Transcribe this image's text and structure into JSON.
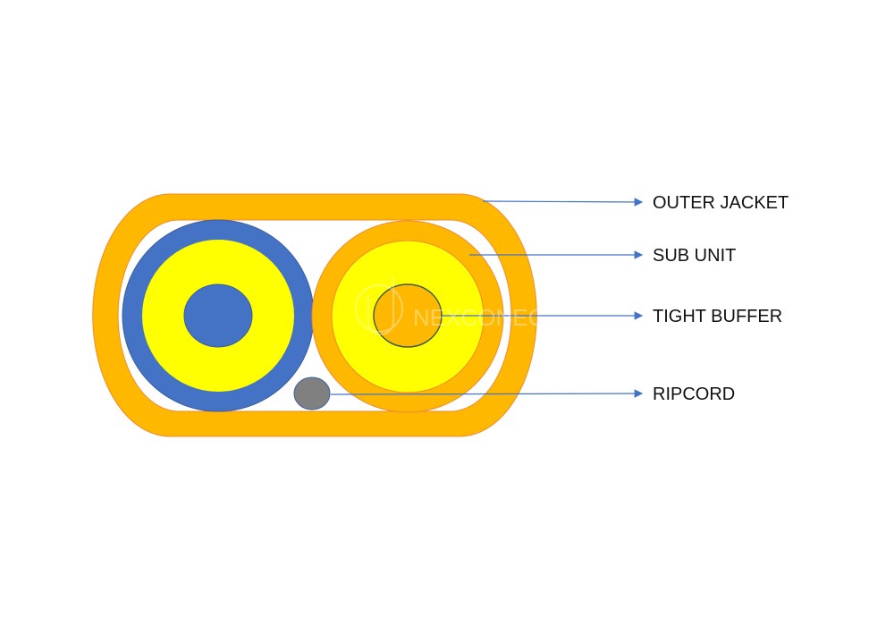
{
  "labels": {
    "outer_jacket": "OUTER JACKET",
    "sub_unit": "SUB UNIT",
    "tight_buffer": "TIGHT BUFFER",
    "ripcord": "RIPCORD"
  },
  "watermark": "NEXCONEC",
  "colors": {
    "jacket": "#FFB800",
    "jacket_stroke": "#F08A30",
    "blue": "#4472C4",
    "yellow": "#FFFF00",
    "ripcord": "#808080",
    "leader": "#4472C4"
  }
}
